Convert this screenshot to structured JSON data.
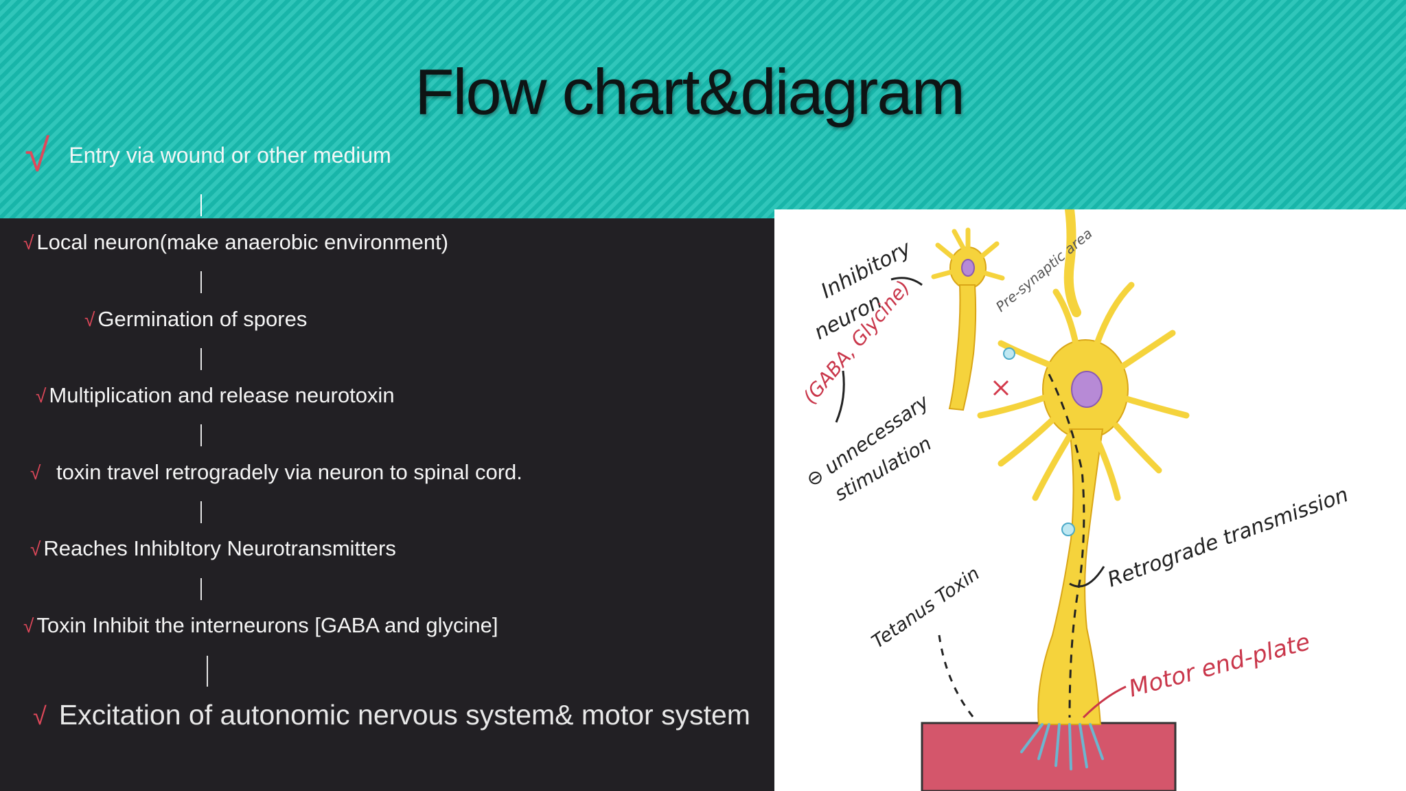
{
  "slide": {
    "title": "Flow chart&diagram",
    "check_mark": "√",
    "entry": "Entry via wound or other medium",
    "steps": [
      "Local neuron(make anaerobic environment)",
      "Germination of spores",
      "Multiplication and release neurotoxin",
      " toxin travel retrogradely via neuron to spinal cord.",
      "Reaches InhibItory Neurotransmitters",
      "Toxin Inhibit the interneurons [GABA and glycine]",
      "Excitation of  autonomic nervous system& motor system"
    ],
    "colors": {
      "banner": "#19bfb2",
      "panel": "#222024",
      "check": "#e0485a"
    }
  },
  "diagram": {
    "labels": {
      "inhibitory": "Inhibitory",
      "neuron": "neuron",
      "gaba": "(GABA, Glycine)",
      "unnecessary": "⊖ unnecessary",
      "stimulation": "stimulation",
      "presynaptic": "Pre-synaptic area",
      "retrograde": "Retrograde transmission",
      "tetanus": "Tetanus Toxin",
      "motor": "Motor end-plate"
    }
  }
}
